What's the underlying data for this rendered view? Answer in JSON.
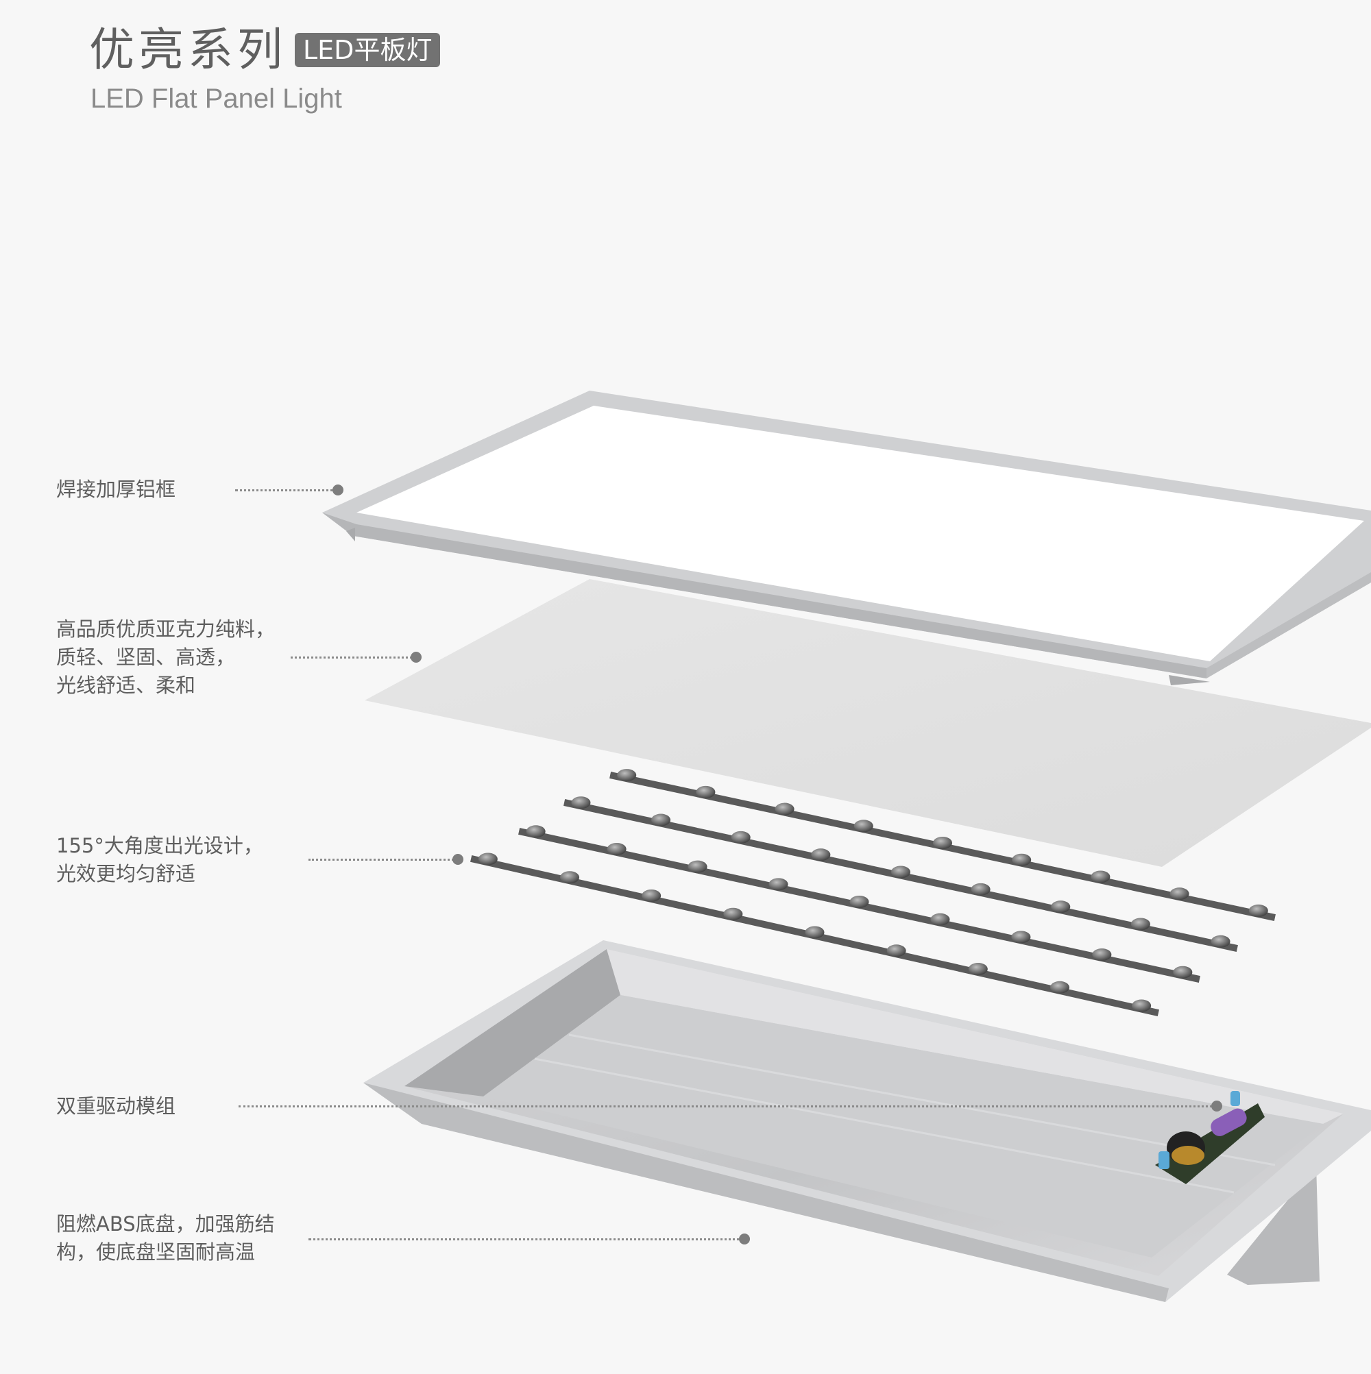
{
  "header": {
    "title_cn": "优亮系列",
    "badge": "LED平板灯",
    "subtitle_en": "LED Flat Panel Light"
  },
  "callouts": [
    {
      "id": "frame",
      "text": "焊接加厚铝框"
    },
    {
      "id": "diffuser",
      "text": "高品质优质亚克力纯料，\n质轻、坚固、高透，\n光线舒适、柔和"
    },
    {
      "id": "led",
      "text": "155°大角度出光设计，\n光效更均匀舒适"
    },
    {
      "id": "driver",
      "text": "双重驱动模组"
    },
    {
      "id": "base",
      "text": "阻燃ABS底盘，加强筋结\n构，使底盘坚固耐高温"
    }
  ],
  "colors": {
    "background": "#f7f7f7",
    "text": "#5e5e5e",
    "badge": "#727272",
    "frame": "#c9cacc",
    "strip": "#5a5a5a",
    "capacitor": "#8a5fb8",
    "coil": "#b8892c"
  }
}
